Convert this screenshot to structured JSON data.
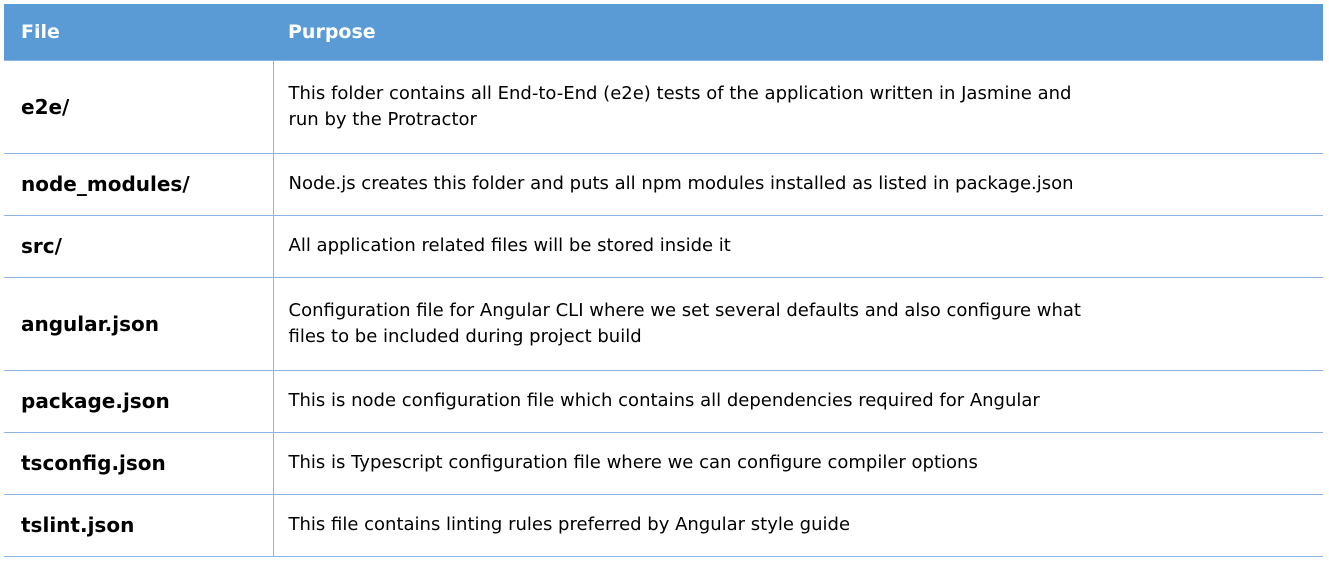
{
  "table": {
    "headers": {
      "file": "File",
      "purpose": "Purpose"
    },
    "rows": [
      {
        "file": "e2e/",
        "purpose_lines": [
          "This folder contains all End-to-End (e2e) tests of the application written in Jasmine and",
          "run by the Protractor"
        ]
      },
      {
        "file": "node_modules/",
        "purpose_lines": [
          "Node.js creates this folder and puts all npm modules installed as listed in package.json"
        ]
      },
      {
        "file": "src/",
        "purpose_lines": [
          "All application related files will be stored inside it"
        ]
      },
      {
        "file": "angular.json",
        "purpose_lines": [
          "Configuration file for Angular CLI where we set several defaults and also configure what",
          "files to be included during project build"
        ]
      },
      {
        "file": "package.json",
        "purpose_lines": [
          "This is node configuration file which contains all dependencies required for Angular"
        ]
      },
      {
        "file": "tsconfig.json",
        "purpose_lines": [
          "This is Typescript configuration file where we can configure compiler options"
        ]
      },
      {
        "file": "tslint.json",
        "purpose_lines": [
          "This file contains linting rules preferred by Angular style guide"
        ]
      }
    ]
  },
  "colors": {
    "header_bg": "#5b9bd5",
    "header_text": "#ffffff",
    "border": "#8eb4e3"
  }
}
